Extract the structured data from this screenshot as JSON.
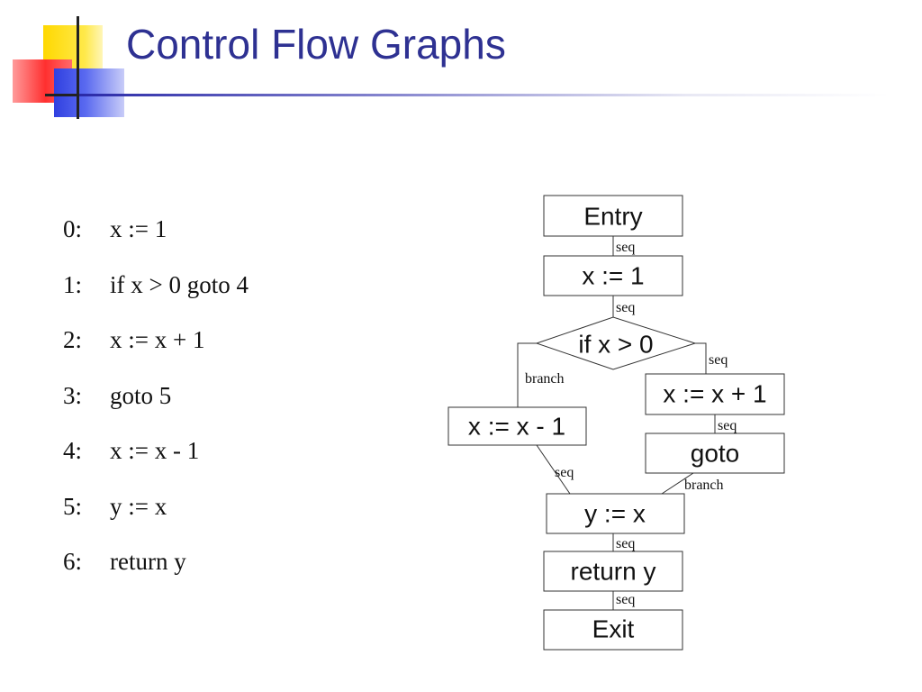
{
  "slide": {
    "title": "Control Flow Graphs"
  },
  "code": [
    {
      "num": "0:",
      "text": "x := 1"
    },
    {
      "num": "1:",
      "text": "if x > 0 goto 4"
    },
    {
      "num": "2:",
      "text": "x := x + 1"
    },
    {
      "num": "3:",
      "text": "goto 5"
    },
    {
      "num": "4:",
      "text": "x := x - 1"
    },
    {
      "num": "5:",
      "text": "y := x"
    },
    {
      "num": "6:",
      "text": "return y"
    }
  ],
  "cfg": {
    "nodes": {
      "entry": "Entry",
      "assign1": "x := 1",
      "cond": "if x > 0",
      "inc": "x := x + 1",
      "dec": "x := x - 1",
      "goto": "goto",
      "assign_y": "y := x",
      "ret": "return y",
      "exit": "Exit"
    },
    "edges": {
      "entry_assign1": "seq",
      "assign1_cond": "seq",
      "cond_inc": "seq",
      "cond_dec": "branch",
      "inc_goto": "seq",
      "dec_assign_y": "seq",
      "goto_assign_y": "branch",
      "assign_y_ret": "seq",
      "ret_exit": "seq"
    }
  }
}
